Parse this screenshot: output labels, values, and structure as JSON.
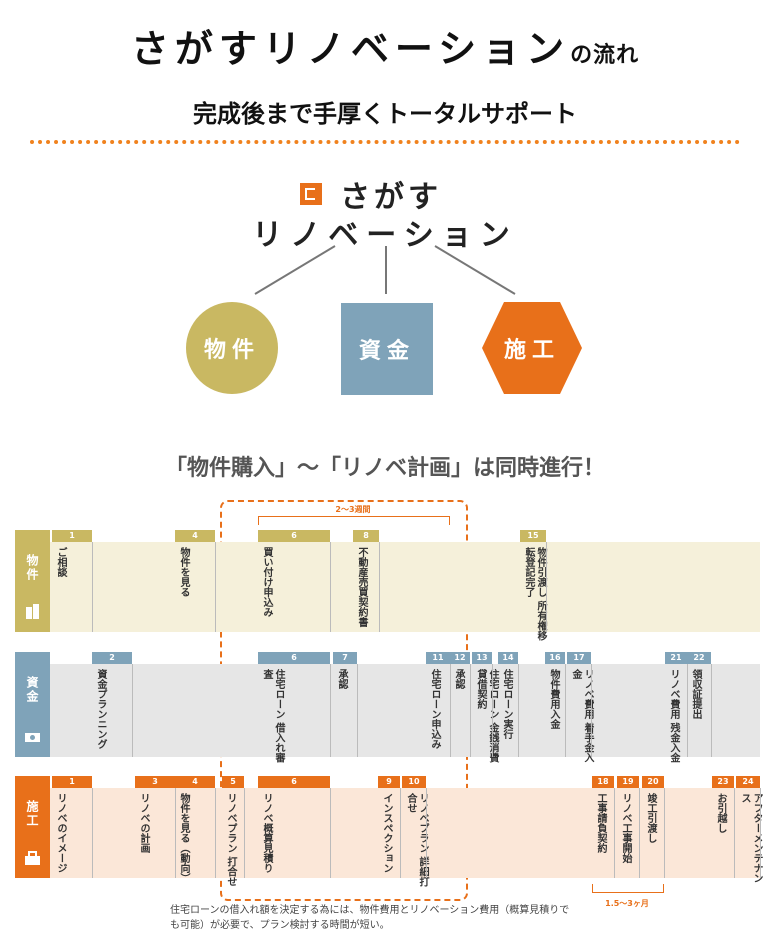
{
  "header": {
    "title_main": "さがすリノベーション",
    "title_suffix": "の流れ",
    "subtitle": "完成後まで手厚くトータルサポート"
  },
  "logo": {
    "line1": "さがす",
    "line2": "リノベーション",
    "mark_icon": "sagasu-logo-icon"
  },
  "categories": [
    {
      "label": "物件",
      "color": "#c9b862",
      "shape": "circle"
    },
    {
      "label": "資金",
      "color": "#7fa3b9",
      "shape": "square"
    },
    {
      "label": "施工",
      "color": "#e8701a",
      "shape": "hexagon"
    }
  ],
  "headline": "「物件購入」〜「リノベ計画」は同時進行！",
  "colors": {
    "bukken": "#c9b862",
    "bukken_bg": "#f5f0da",
    "shikin": "#7fa3b9",
    "shikin_bg": "#e6e6e6",
    "sekou": "#e8701a",
    "sekou_bg": "#fbe7d8",
    "accent": "#e8701a"
  },
  "lanes": {
    "bukken": {
      "label": "物件",
      "icon": "building-icon",
      "steps": [
        {
          "num": "1",
          "text": "ご相談"
        },
        {
          "num": "4",
          "text": "物件を見る"
        },
        {
          "num": "6",
          "text": "買い付け申込み"
        },
        {
          "num": "8",
          "text": "不動産売買契約書"
        },
        {
          "num": "15",
          "text": "物件引渡し 所有権移転登記完了"
        }
      ]
    },
    "shikin": {
      "label": "資金",
      "icon": "money-icon",
      "steps": [
        {
          "num": "2",
          "text": "資金プランニング"
        },
        {
          "num": "6",
          "text": "住宅ローン 借入れ審査"
        },
        {
          "num": "7",
          "text": "承認"
        },
        {
          "num": "11",
          "text": "住宅ローン申込み"
        },
        {
          "num": "12",
          "text": "承認"
        },
        {
          "num": "13",
          "text": "住宅ローン 金銭消費貸借契約"
        },
        {
          "num": "14",
          "text": "住宅ローン実行"
        },
        {
          "num": "16",
          "text": "物件費用入金"
        },
        {
          "num": "17",
          "text": "リノベ費用 着手金入金"
        },
        {
          "num": "21",
          "text": "リノベ費用 残金入金"
        },
        {
          "num": "22",
          "text": "領収証提出"
        }
      ]
    },
    "sekou": {
      "label": "施工",
      "icon": "toolbox-icon",
      "steps": [
        {
          "num": "1",
          "text": "リノベのイメージ"
        },
        {
          "num": "3",
          "text": "リノベの計画"
        },
        {
          "num": "4",
          "text": "物件を見る（動向）"
        },
        {
          "num": "5",
          "text": "リノベプラン 打合せ"
        },
        {
          "num": "6",
          "text": "リノベ概算見積り"
        },
        {
          "num": "9",
          "text": "インスペクション"
        },
        {
          "num": "10",
          "text": "リノベプラン 詳細打合せ"
        },
        {
          "num": "18",
          "text": "工事請負契約"
        },
        {
          "num": "19",
          "text": "リノベ工事開始"
        },
        {
          "num": "20",
          "text": "竣工引渡し"
        },
        {
          "num": "23",
          "text": "お引越し"
        },
        {
          "num": "24",
          "text": "アフターメンテナンス"
        }
      ]
    }
  },
  "annotations": {
    "period_top": "2〜3週間",
    "period_bottom": "1.5〜3ヶ月"
  },
  "note": "住宅ローンの借入れ額を決定する為には、物件費用とリノベーション費用（概算見積りでも可能）が必要で、プラン検討する時間が短い。"
}
